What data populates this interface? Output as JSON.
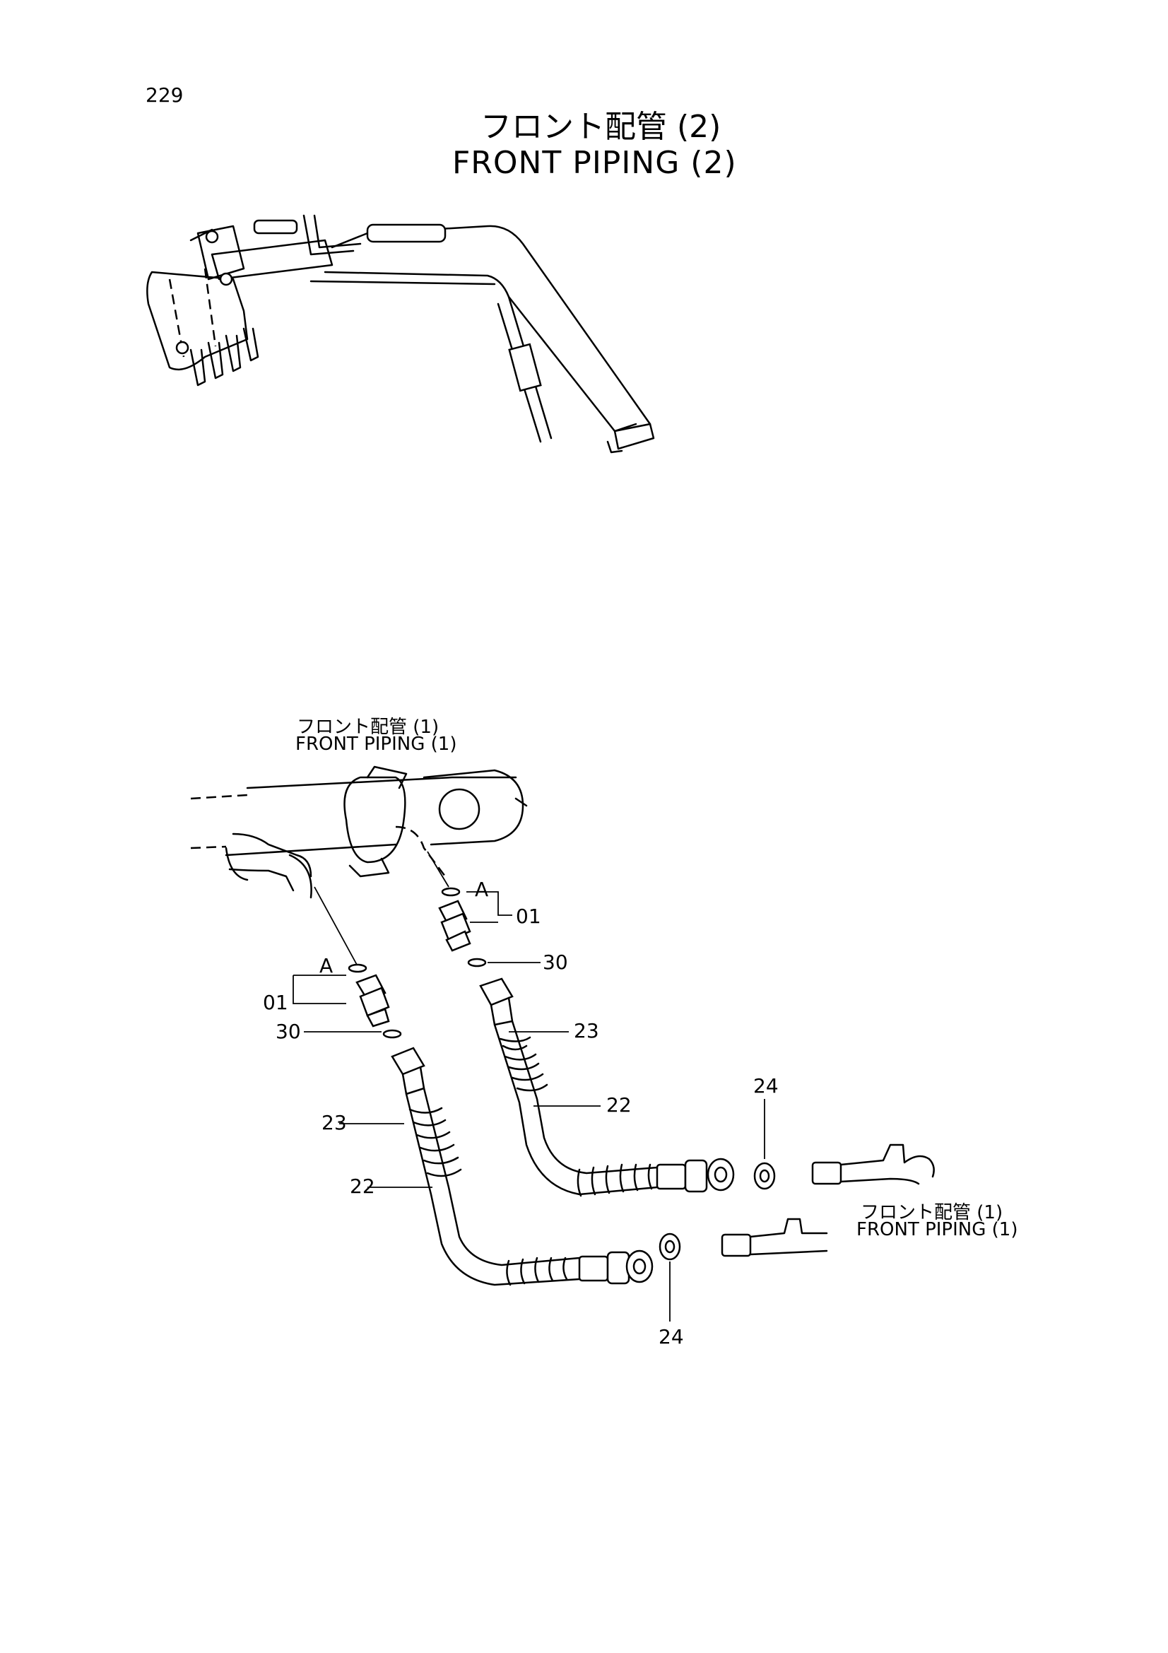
{
  "page_number": "229",
  "title": {
    "japanese": "フロント配管 (2)",
    "english": "FRONT PIPING (2)"
  },
  "reference_labels": {
    "top_jp": "フロント配管 (1)",
    "top_en": "FRONT PIPING (1)",
    "right_jp": "フロント配管 (1)",
    "right_en": "FRONT PIPING (1)"
  },
  "detail_marker": "A",
  "callouts": {
    "adapter_right": "01",
    "adapter_left": "01",
    "oring_right": "30",
    "oring_left": "30",
    "spring_right": "23",
    "spring_left": "23",
    "hose_right": "22",
    "hose_left": "22",
    "washer_top": "24",
    "washer_bottom": "24"
  }
}
